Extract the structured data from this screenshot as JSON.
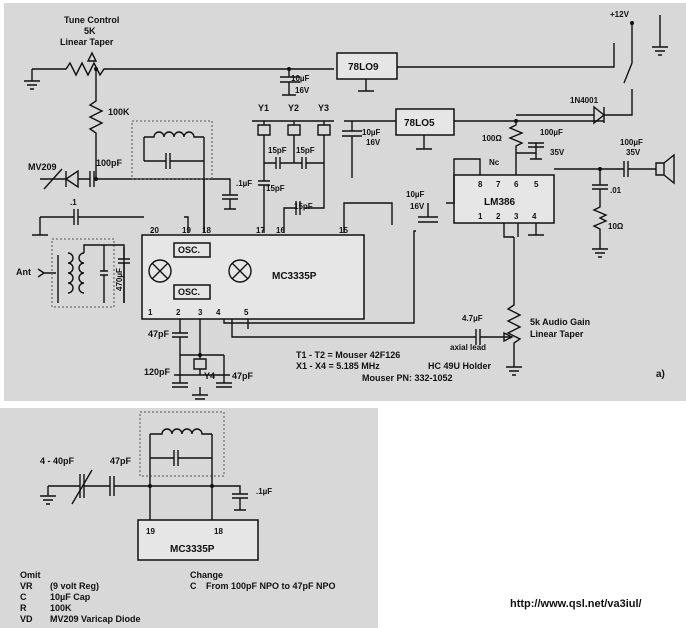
{
  "a": {
    "tune_control": "Tune Control",
    "pot_5k": "5K",
    "linear_taper": "Linear Taper",
    "r_100k": "100K",
    "mv209": "MV209",
    "c_100pf": "100pF",
    "c_1uf": ".1µF",
    "c_10uf": "10µF",
    "c_16v": "16V",
    "reg_9": "78LO9",
    "reg_5": "78LO5",
    "y1": "Y1",
    "y2": "Y2",
    "y3": "Y3",
    "c_15pf": "15pF",
    "c_dot1": ".1",
    "c_470uf": "470µF",
    "ant": "Ant",
    "osc": "OSC.",
    "ic_mc": "MC3335P",
    "ic_lm": "LM386",
    "nc": "Nc",
    "c_47pf": "47pF",
    "c_120pf": "120pF",
    "y4": "Y4",
    "c_47uf": "4.7µF",
    "axial_lead": "axial lead",
    "gain_1": "5k Audio Gain",
    "gain_2": "Linear Taper",
    "r_100ohm": "100Ω",
    "c_100uf": "100µF",
    "v_35": "35V",
    "c_dot01": ".01",
    "r_10ohm": "10Ω",
    "supply": "+12V",
    "diode": "1N4001",
    "c_100uf35": "100µF",
    "c_35v": "35V",
    "note_t": "T1 - T2 = Mouser 42F126",
    "note_x": "X1 - X4 = 5.185 MHz",
    "note_holder": "HC 49U Holder",
    "note_pn": "Mouser PN: 332-1052",
    "panel_label": "a)",
    "pins_mc": [
      "20",
      "19",
      "18",
      "17",
      "16",
      "15",
      "1",
      "2",
      "3",
      "4",
      "5"
    ],
    "pins_lm": [
      "8",
      "7",
      "6",
      "5",
      "1",
      "2",
      "3",
      "4"
    ]
  },
  "b": {
    "cap_var": "4 - 40pF",
    "c_47pf": "47pF",
    "c_1uf": ".1µF",
    "pin19": "19",
    "pin18": "18",
    "ic": "MC3335P",
    "omit": "Omit",
    "change": "Change",
    "omit_rows": [
      {
        "k": "VR",
        "v": "(9 volt Reg)"
      },
      {
        "k": "C",
        "v": "10µF Cap"
      },
      {
        "k": "R",
        "v": "100K"
      },
      {
        "k": "VD",
        "v": "MV209   Varicap Diode"
      }
    ],
    "change_k": "C",
    "change_v": "From 100pF NPO to 47pF NPO"
  },
  "url": "http://www.qsl.net/va3iul/"
}
